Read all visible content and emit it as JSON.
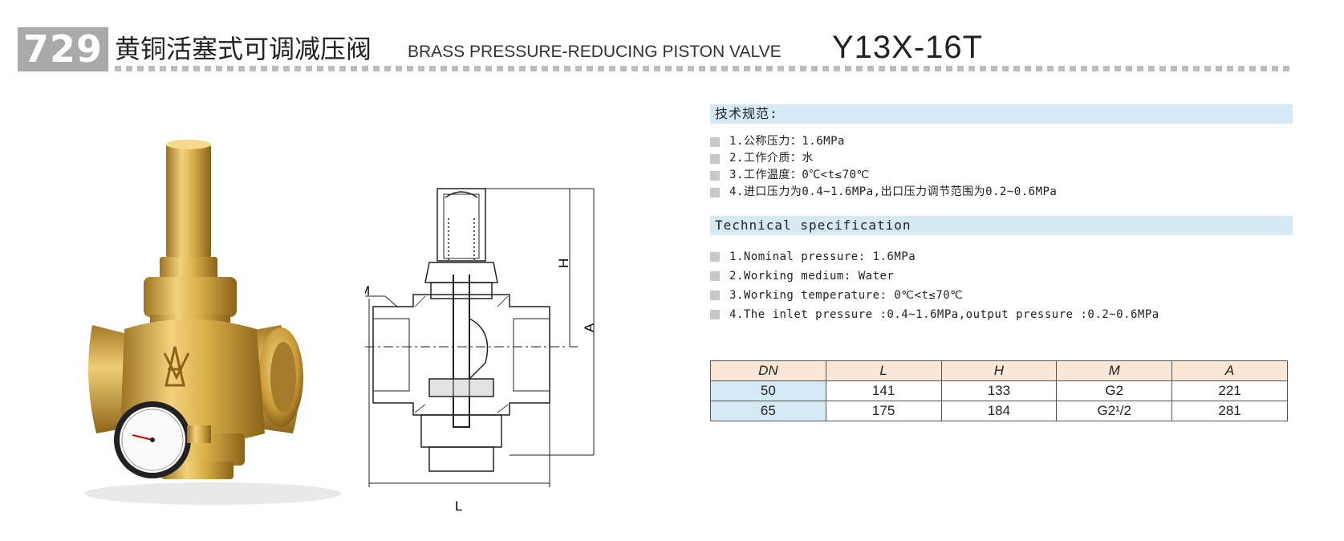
{
  "header": {
    "number": "729",
    "title_cn": "黄铜活塞式可调减压阀",
    "title_en": "BRASS PRESSURE-REDUCING PISTON VALVE",
    "model": "Y13X-16T"
  },
  "drawing_labels": {
    "m": "M",
    "h": "H",
    "a": "A",
    "l": "L"
  },
  "spec_cn": {
    "heading": "技术规范:",
    "items": [
      "1.公称压力：1.6MPa",
      "2.工作介质：水",
      "3.工作温度：0℃<t≤70℃",
      "4.进口压力为0.4~1.6MPa,出口压力调节范围为0.2~0.6MPa"
    ]
  },
  "spec_en": {
    "heading": "Technical specification",
    "items": [
      "1.Nominal pressure: 1.6MPa",
      "2.Working medium: Water",
      "3.Working temperature: 0℃<t≤70℃",
      "4.The inlet pressure :0.4~1.6MPa,output pressure :0.2~0.6MPa"
    ]
  },
  "table": {
    "headers": [
      "DN",
      "L",
      "H",
      "M",
      "A"
    ],
    "rows": [
      [
        "50",
        "141",
        "133",
        "G2",
        "221"
      ],
      [
        "65",
        "175",
        "184",
        "G2¹/2",
        "281"
      ]
    ]
  },
  "colors": {
    "section_header_bg": "#d6eaf6",
    "table_header_bg": "#fbe7d6",
    "badge_bg": "#a9a9a9",
    "brass": "#d9b04a"
  }
}
